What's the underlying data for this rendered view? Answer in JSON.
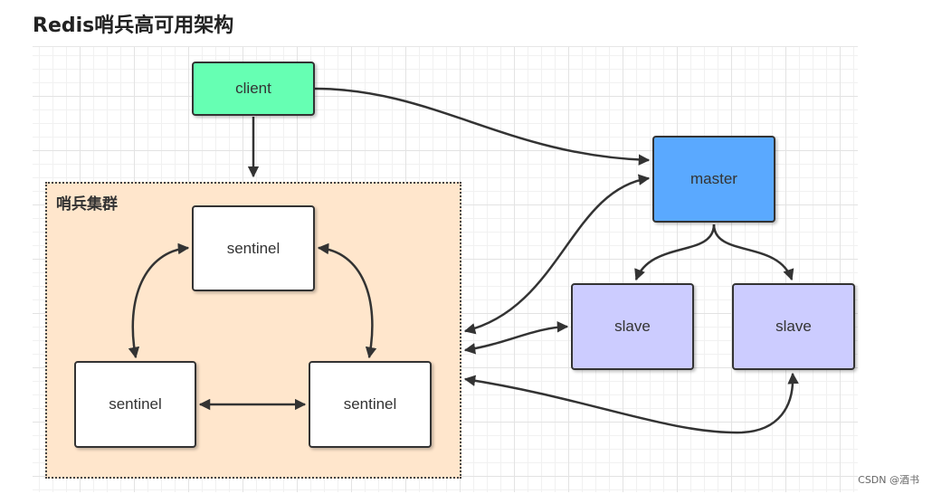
{
  "title": "Redis哨兵高可用架构",
  "cluster": {
    "label": "哨兵集群",
    "fill": "#ffe6cc"
  },
  "nodes": {
    "client": {
      "label": "client",
      "fill": "#66ffb3"
    },
    "sentinel_top": {
      "label": "sentinel",
      "fill": "#ffffff"
    },
    "sentinel_left": {
      "label": "sentinel",
      "fill": "#ffffff"
    },
    "sentinel_right": {
      "label": "sentinel",
      "fill": "#ffffff"
    },
    "master": {
      "label": "master",
      "fill": "#5aa9ff"
    },
    "slave_1": {
      "label": "slave",
      "fill": "#ccccff"
    },
    "slave_2": {
      "label": "slave",
      "fill": "#ccccff"
    }
  },
  "edges": [
    {
      "from": "client",
      "to": "master",
      "direction": "forward"
    },
    {
      "from": "client",
      "to": "sentinel-cluster",
      "direction": "forward"
    },
    {
      "from": "sentinel_top",
      "to": "sentinel_left",
      "direction": "both"
    },
    {
      "from": "sentinel_top",
      "to": "sentinel_right",
      "direction": "both"
    },
    {
      "from": "sentinel_left",
      "to": "sentinel_right",
      "direction": "both"
    },
    {
      "from": "sentinel-cluster",
      "to": "master",
      "direction": "both"
    },
    {
      "from": "sentinel-cluster",
      "to": "slave_1",
      "direction": "both"
    },
    {
      "from": "sentinel-cluster",
      "to": "slave_2",
      "direction": "both"
    },
    {
      "from": "master",
      "to": "slave_1",
      "direction": "forward"
    },
    {
      "from": "master",
      "to": "slave_2",
      "direction": "forward"
    }
  ],
  "watermark": "CSDN @酒书"
}
